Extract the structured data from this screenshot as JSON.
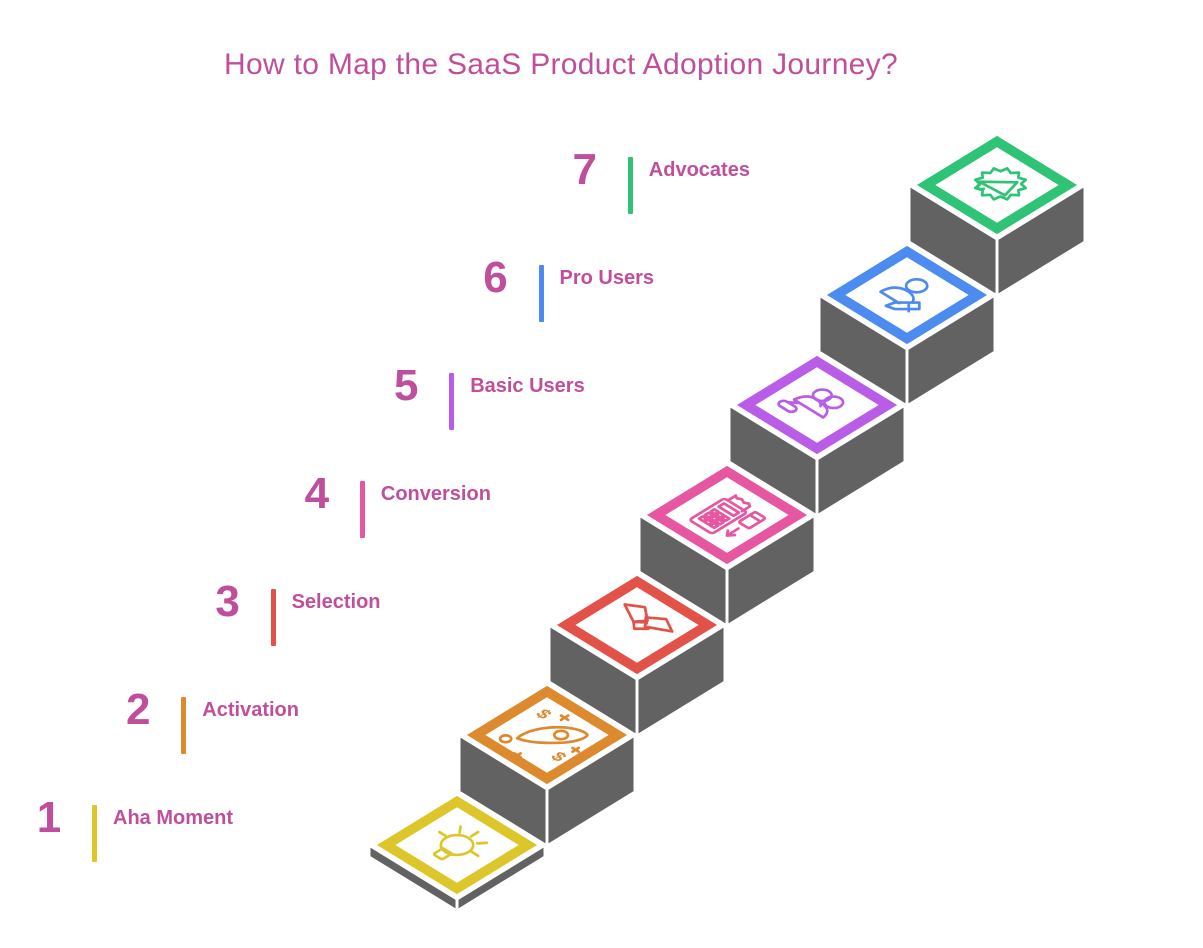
{
  "title": "How to Map the SaaS Product Adoption Journey?",
  "colors": {
    "title_text": "#bf4f9c",
    "label_text": "#bf4f9c",
    "number_text": "#bf4f9c",
    "block_side": "#626262",
    "tile_face": "#ffffff",
    "seam": "#ffffff",
    "background": "#ffffff"
  },
  "steps": [
    {
      "number": "1",
      "label": "Aha Moment",
      "color": "#dcc629",
      "icon": "lightbulb-icon"
    },
    {
      "number": "2",
      "label": "Activation",
      "color": "#dd8a2f",
      "icon": "rocket-dollar-icon"
    },
    {
      "number": "3",
      "label": "Selection",
      "color": "#e25249",
      "icon": "handshake-icon"
    },
    {
      "number": "4",
      "label": "Conversion",
      "color": "#e656a1",
      "icon": "payment-terminal-icon"
    },
    {
      "number": "5",
      "label": "Basic Users",
      "color": "#b95de8",
      "icon": "users-group-icon"
    },
    {
      "number": "6",
      "label": "Pro Users",
      "color": "#4c8bf0",
      "icon": "user-edit-icon"
    },
    {
      "number": "7",
      "label": "Advocates",
      "color": "#2fc475",
      "icon": "megaphone-badge-icon"
    }
  ]
}
